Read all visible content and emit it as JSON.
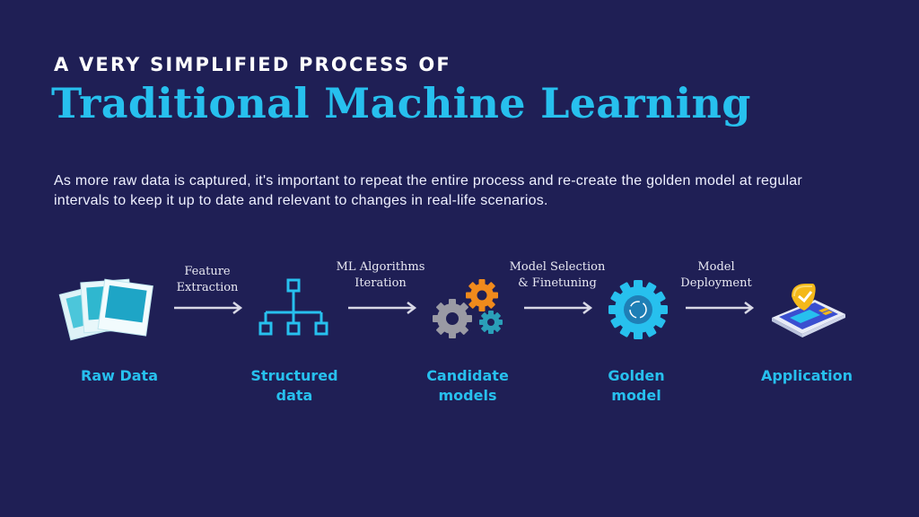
{
  "header": {
    "kicker": "A VERY SIMPLIFIED PROCESS OF",
    "title": "Traditional Machine Learning"
  },
  "description": "As more raw data is captured, it's important to repeat the entire process and re-create the golden model at regular intervals to keep it up to date and relevant to changes in real-life scenarios.",
  "steps": [
    {
      "line1": "Raw Data",
      "line2": "",
      "icon": "photos-icon"
    },
    {
      "line1": "Structured",
      "line2": "data",
      "icon": "hierarchy-icon"
    },
    {
      "line1": "Candidate",
      "line2": "models",
      "icon": "gears-icon"
    },
    {
      "line1": "Golden",
      "line2": "model",
      "icon": "gear-icon"
    },
    {
      "line1": "Application",
      "line2": "",
      "icon": "phone-app-icon"
    }
  ],
  "transitions": [
    {
      "line1": "Feature",
      "line2": "Extraction"
    },
    {
      "line1": "ML Algorithms",
      "line2": "Iteration"
    },
    {
      "line1": "Model Selection",
      "line2": "& Finetuning"
    },
    {
      "line1": "Model",
      "line2": "Deployment"
    }
  ],
  "colors": {
    "background": "#1f1f55",
    "accent": "#27c0ee",
    "arrow": "#d8d8e6"
  }
}
